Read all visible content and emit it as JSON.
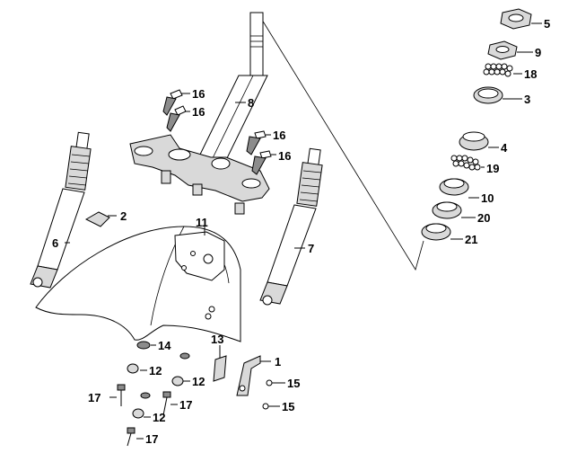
{
  "labels": {
    "l1": "1",
    "l2": "2",
    "l3": "3",
    "l4": "4",
    "l5": "5",
    "l6": "6",
    "l7": "7",
    "l8": "8",
    "l9": "9",
    "l10": "10",
    "l11": "11",
    "l12a": "12",
    "l12b": "12",
    "l12c": "12",
    "l13": "13",
    "l14": "14",
    "l15a": "15",
    "l15b": "15",
    "l16a": "16",
    "l16b": "16",
    "l16c": "16",
    "l16d": "16",
    "l17a": "17",
    "l17b": "17",
    "l17c": "17",
    "l18": "18",
    "l19": "19",
    "l20": "20",
    "l21": "21"
  }
}
